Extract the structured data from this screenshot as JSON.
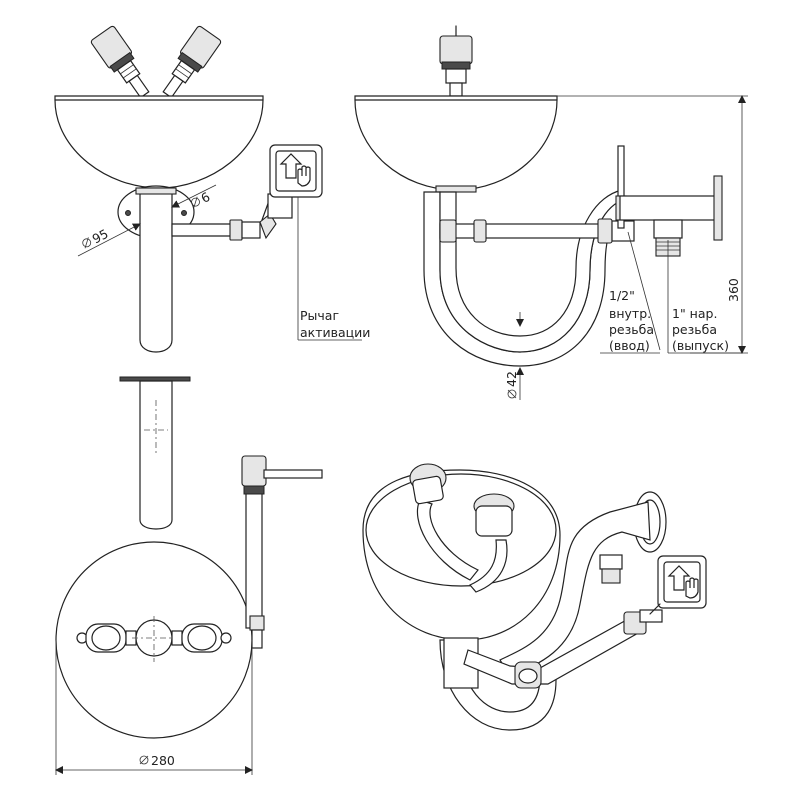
{
  "labels": {
    "d95": "95",
    "d6": "6",
    "lever_line1": "Рычаг",
    "lever_line2": "активации",
    "thread_in_1": "1/2\"",
    "thread_in_2": "внутр.",
    "thread_in_3": "резьба",
    "thread_in_4": "(ввод)",
    "thread_out_1": "1\" нар.",
    "thread_out_2": "резьба",
    "thread_out_3": "(выпуск)",
    "height": "360",
    "d42": "42",
    "d280": "280"
  },
  "icons": {
    "hand_sign": "hand-push-up-icon",
    "diameter": "diameter-symbol-icon"
  },
  "colors": {
    "line": "#222222",
    "shade": "#e6e6e6",
    "dark": "#4a4a4a"
  }
}
